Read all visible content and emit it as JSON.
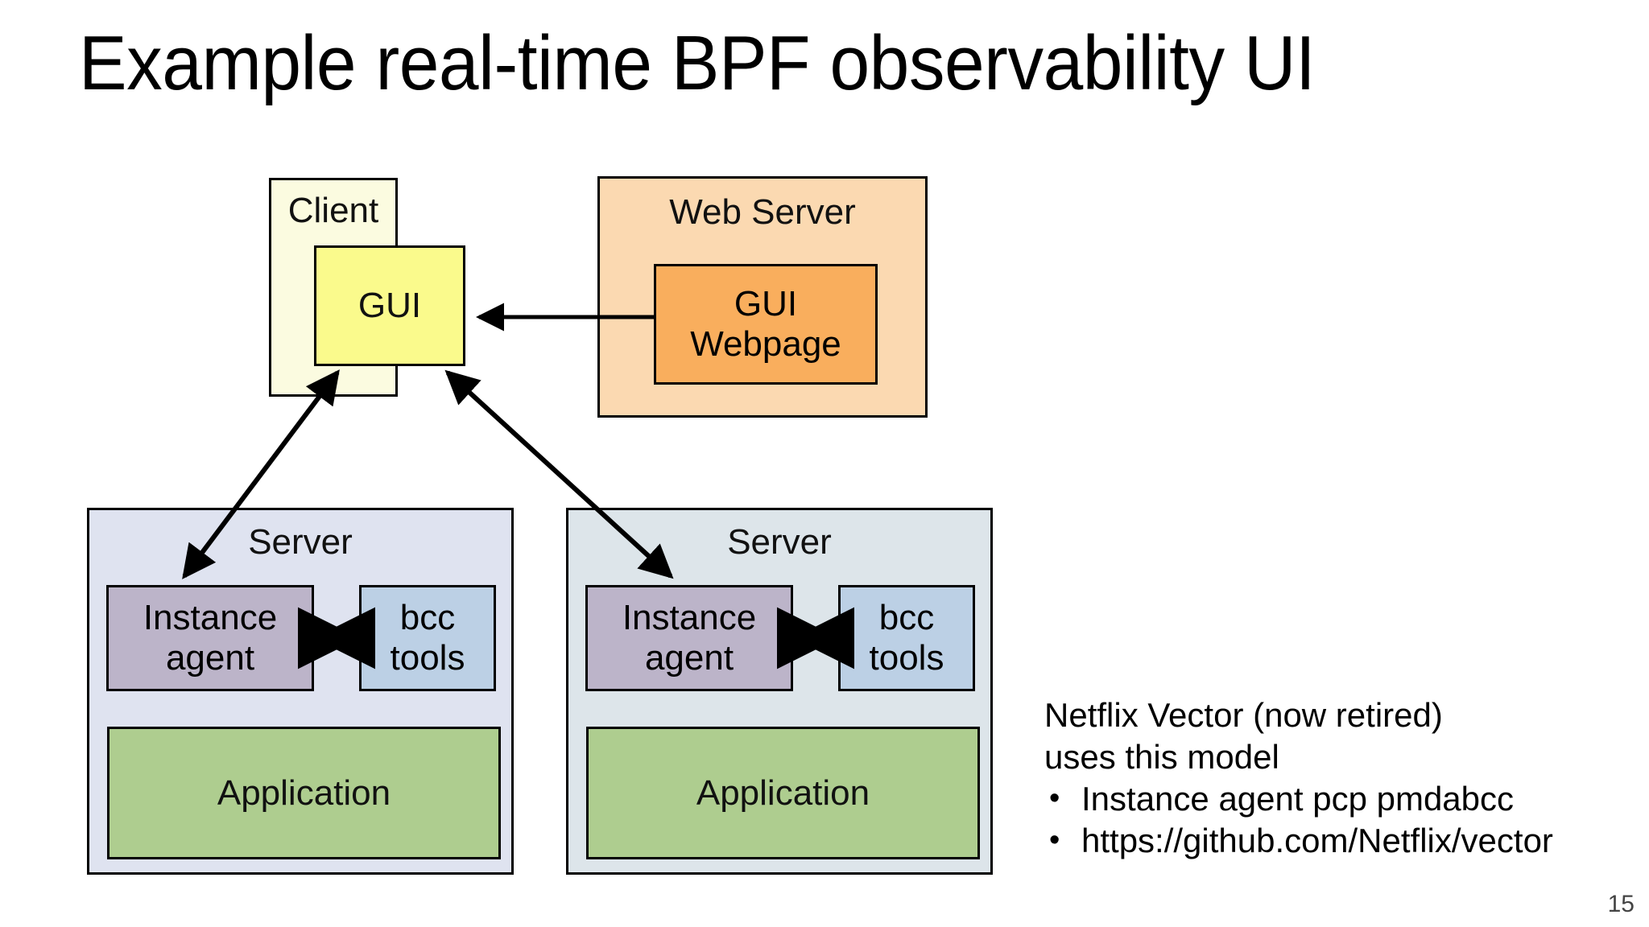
{
  "slide": {
    "title": "Example real-time BPF observability UI",
    "page_number": "15",
    "background": "#ffffff"
  },
  "diagram": {
    "client": {
      "label": "Client",
      "fill": "#fbfbe0",
      "gui": {
        "label": "GUI",
        "fill": "#fafa8c"
      }
    },
    "web_server": {
      "label": "Web Server",
      "fill": "#fbd9b1",
      "gui_webpage": {
        "line1": "GUI",
        "line2": "Webpage",
        "fill": "#f9ae5d"
      }
    },
    "servers": [
      {
        "label": "Server",
        "fill": "#dfe3f0",
        "instance_agent": {
          "line1": "Instance",
          "line2": "agent",
          "fill": "#bcb4c9"
        },
        "bcc_tools": {
          "line1": "bcc",
          "line2": "tools",
          "fill": "#bcd0e5"
        },
        "application": {
          "label": "Application",
          "fill": "#aecd8f"
        }
      },
      {
        "label": "Server",
        "fill": "#dde5ea",
        "instance_agent": {
          "line1": "Instance",
          "line2": "agent",
          "fill": "#bcb4c9"
        },
        "bcc_tools": {
          "line1": "bcc",
          "line2": "tools",
          "fill": "#bcd0e5"
        },
        "application": {
          "label": "Application",
          "fill": "#aecd8f"
        }
      }
    ],
    "connectors": [
      {
        "name": "webpage-to-gui",
        "style": "single-arrow-left",
        "from": "gui_webpage",
        "to": "gui"
      },
      {
        "name": "gui-to-server-1-agent",
        "style": "double-arrow",
        "from": "gui",
        "to": "server-1 instance agent"
      },
      {
        "name": "gui-to-server-2-agent",
        "style": "double-arrow",
        "from": "gui",
        "to": "server-2 instance agent"
      },
      {
        "name": "agent-to-bcc-1",
        "style": "double-arrow",
        "from": "instance agent",
        "to": "bcc tools"
      },
      {
        "name": "agent-to-bcc-2",
        "style": "double-arrow",
        "from": "instance agent",
        "to": "bcc tools"
      }
    ]
  },
  "notes": {
    "paragraph": "Netflix Vector (now retired)\nuses this model",
    "bullet_char": "•",
    "bullets": [
      "Instance agent pcp pmdabcc",
      "https://github.com/Netflix/vector"
    ]
  }
}
